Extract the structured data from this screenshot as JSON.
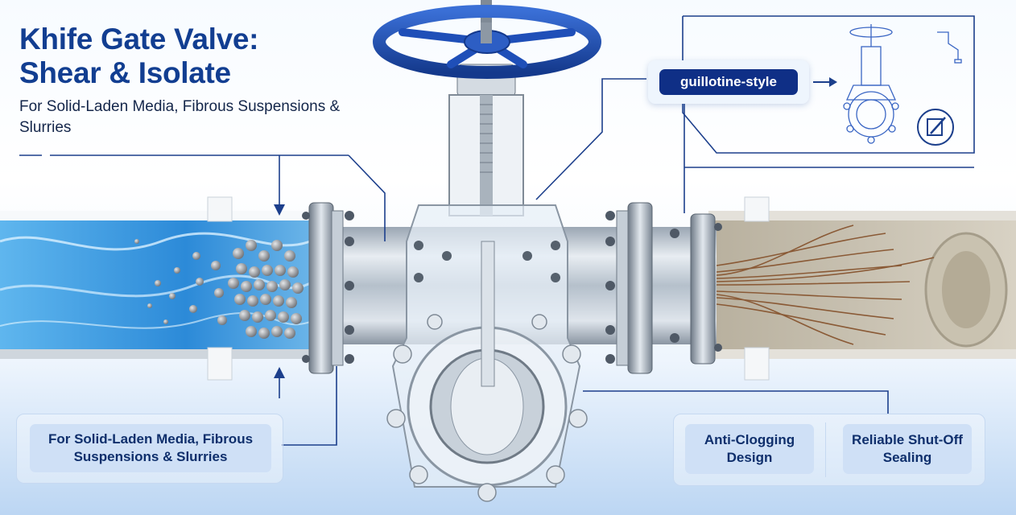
{
  "title_line1": "Khife Gate Valve:",
  "title_line2": "Shear & Isolate",
  "subtitle": "For Solid-Laden Media, Fibrous Suspensions & Slurries",
  "callout_label": "guillotine-style",
  "bottom_left_label": "For Solid-Laden Media, Fibrous Suspensions & Slurries",
  "features": [
    "Anti-Clogging Design",
    "Reliable Shut-Off Sealing"
  ],
  "icons": [
    "arrow-right-icon",
    "edit-square-icon",
    "down-arrow-icon",
    "up-arrow-icon"
  ],
  "colors": {
    "title": "#123e91",
    "pill": "#0f2f86",
    "handwheel": "#1f4fb8",
    "water": "#2c8ad8",
    "connector": "#1c3f8c",
    "feature_box": "#cfe0f6"
  }
}
